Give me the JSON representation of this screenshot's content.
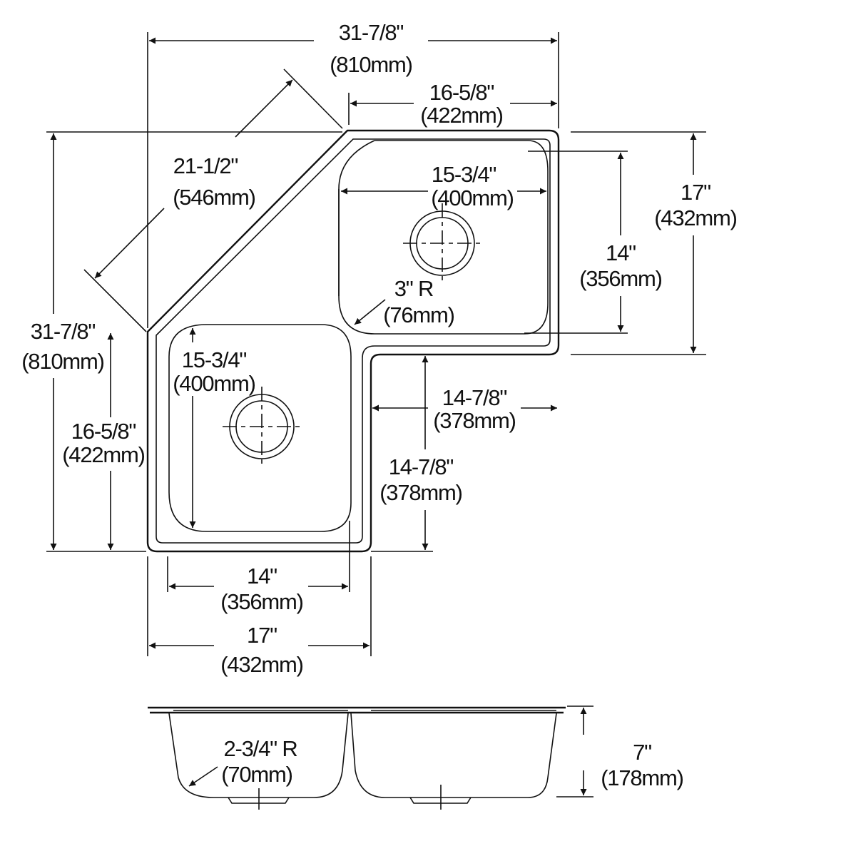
{
  "drawing": {
    "top_width": {
      "imperial": "31-7/8\"",
      "metric": "(810mm)"
    },
    "top_right_width": {
      "imperial": "16-5/8\"",
      "metric": "(422mm)"
    },
    "diagonal": {
      "imperial": "21-1/2\"",
      "metric": "(546mm)"
    },
    "left_height": {
      "imperial": "31-7/8\"",
      "metric": "(810mm)"
    },
    "left_lower_height": {
      "imperial": "16-5/8\"",
      "metric": "(422mm)"
    },
    "right_height": {
      "imperial": "17\"",
      "metric": "(432mm)"
    },
    "right_bowl_height": {
      "imperial": "14\"",
      "metric": "(356mm)"
    },
    "right_bowl_width": {
      "imperial": "15-3/4\"",
      "metric": "(400mm)"
    },
    "corner_radius": {
      "imperial": "3\" R",
      "metric": "(76mm)"
    },
    "left_bowl_length": {
      "imperial": "15-3/4\"",
      "metric": "(400mm)"
    },
    "inner_horizontal": {
      "imperial": "14-7/8\"",
      "metric": "(378mm)"
    },
    "inner_vertical": {
      "imperial": "14-7/8\"",
      "metric": "(378mm)"
    },
    "left_bowl_width": {
      "imperial": "14\"",
      "metric": "(356mm)"
    },
    "bottom_width": {
      "imperial": "17\"",
      "metric": "(432mm)"
    },
    "depth": {
      "imperial": "7\"",
      "metric": "(178mm)"
    },
    "bottom_radius": {
      "imperial": "2-3/4\" R",
      "metric": "(70mm)"
    }
  }
}
